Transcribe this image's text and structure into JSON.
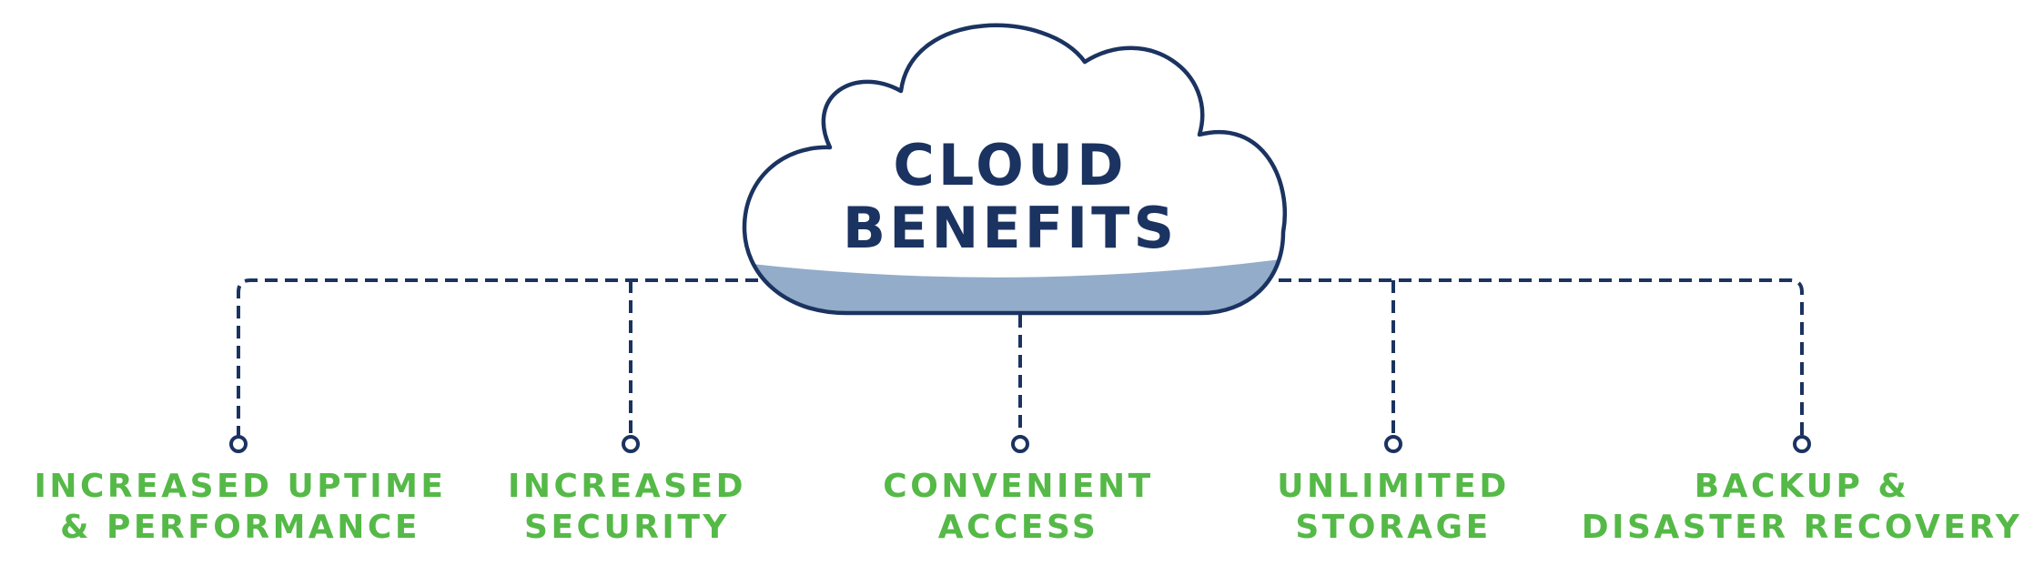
{
  "cloud": {
    "title_line1": "CLOUD",
    "title_line2": "BENEFITS"
  },
  "benefits": [
    {
      "line1": "INCREASED UPTIME",
      "line2": "& PERFORMANCE"
    },
    {
      "line1": "INCREASED",
      "line2": "SECURITY"
    },
    {
      "line1": "CONVENIENT",
      "line2": "ACCESS"
    },
    {
      "line1": "UNLIMITED",
      "line2": "STORAGE"
    },
    {
      "line1": "BACKUP &",
      "line2": "DISASTER RECOVERY"
    }
  ],
  "colors": {
    "navy": "#1b3360",
    "green": "#55b947",
    "cloud_shade": "#93acc9",
    "background": "#ffffff"
  }
}
